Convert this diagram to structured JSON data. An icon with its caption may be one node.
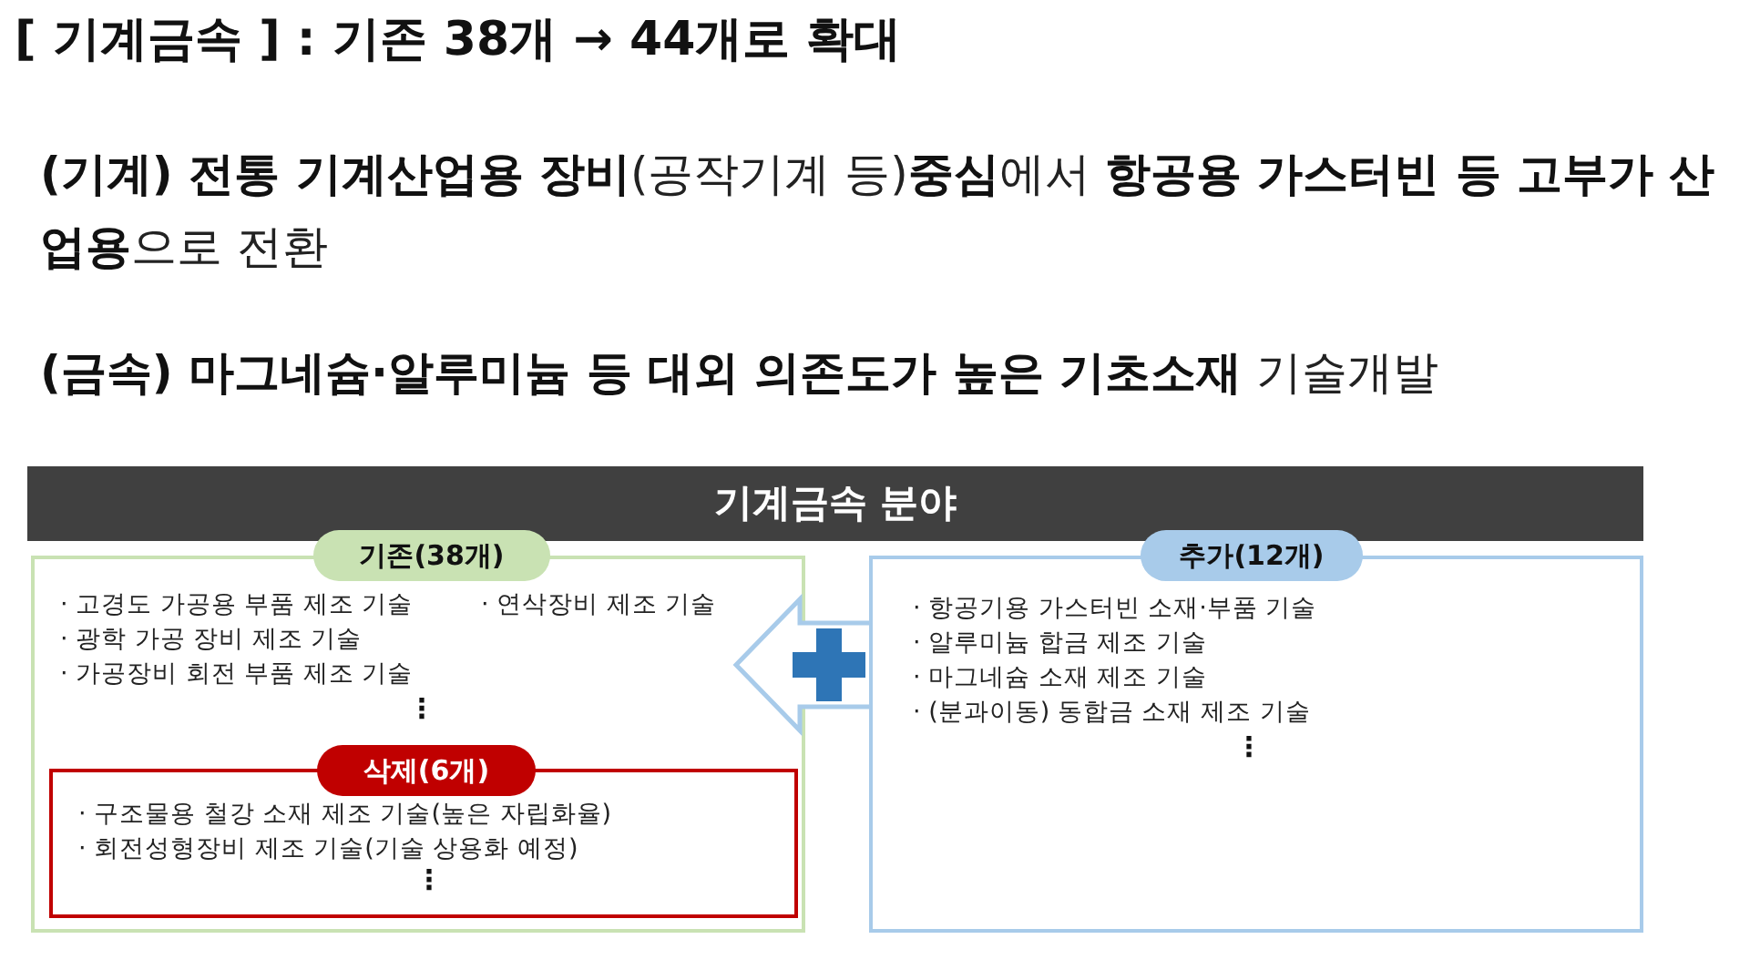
{
  "diagram": {
    "title": "[ 기계금속 ] : 기존 38개 → 44개로 확대",
    "nodes": [
      {
        "text": [
          "기계금속 분야"
        ]
      },
      {
        "text": [
          "기존(38개)",
          "· 고경도 가공용 부품 제조 기술",
          "· 연삭장비 제조 기술",
          "· 광학 가공 장비 제조 기술",
          "· 가공장비 회전 부품 제조 기술",
          "⋮"
        ]
      },
      {
        "text": [
          "삭제(6개)",
          "· 구조물용 철강 소재 제조 기술(높은 자립화율)",
          "· 회전성형장비 제조 기술(기술 상용화 예정)",
          "⋮"
        ],
        "in": 1
      },
      {
        "text": [
          "추가(12개)",
          "· 항공기용 가스터빈 소재·부품 기술",
          "· 알루미늄 합금 제조 기술",
          "· 마그네슘 소재 제조 기술",
          "· (분과이동) 동합금 소재 제조 기술",
          "⋮"
        ]
      }
    ],
    "edges": [
      {
        "from": 3,
        "to": 1,
        "arrow": "to"
      }
    ],
    "labels": [
      "**(기계) 전통 기계산업용 장비**(공작기계 등)**중심**에서 **항공용 가스터빈 등 고부가 산업용**으로 전환",
      "**(금속) 마그네슘·알루미늄 등 대외 의존도가 높은 기초소재** 기술개발"
    ]
  }
}
